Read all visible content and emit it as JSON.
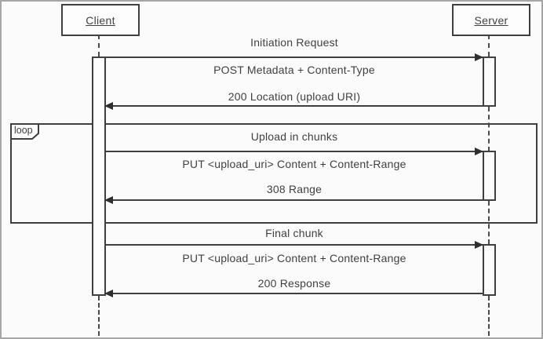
{
  "diagram": {
    "type": "sequence-diagram",
    "actors": [
      {
        "name": "Client"
      },
      {
        "name": "Server"
      }
    ],
    "loop": {
      "operator": "loop"
    },
    "sections": [
      {
        "title": "Initiation Request",
        "request": "POST Metadata + Content-Type",
        "response": "200 Location (upload URI)"
      },
      {
        "title": "Upload in chunks",
        "request": "PUT <upload_uri> Content + Content-Range",
        "response": "308 Range"
      },
      {
        "title": "Final chunk",
        "request": "PUT <upload_uri> Content + Content-Range",
        "response": "200 Response"
      }
    ],
    "colors": {
      "line": "#3f3f3f",
      "text": "#3f3f3f",
      "background": "#fbfbfb",
      "outer_border": "#a6a6a6",
      "fill": "#fdfdfd"
    }
  }
}
